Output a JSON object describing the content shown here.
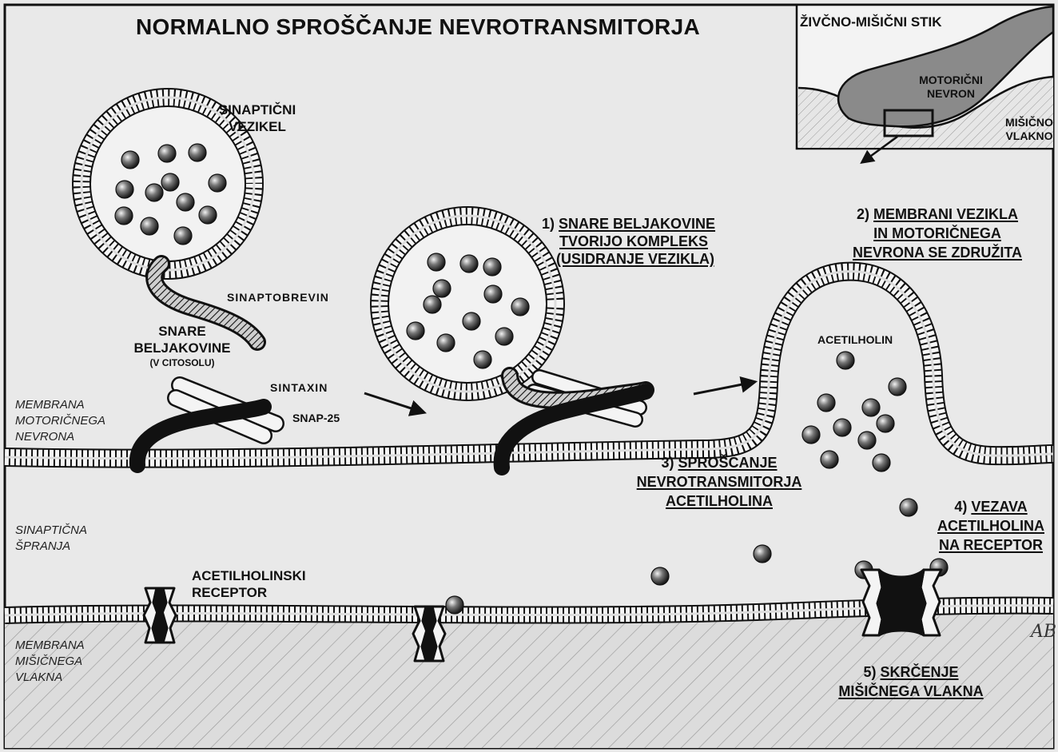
{
  "title": "NORMALNO SPROŠČANJE NEVROTRANSMITORJA",
  "inset": {
    "title": "ŽIVČNO-MIŠIČNI STIK",
    "neuron_line1": "MOTORIČNI",
    "neuron_line2": "NEVRON",
    "muscle_line1": "MIŠIČNO",
    "muscle_line2": "VLAKNO"
  },
  "labels": {
    "vesicle_line1": "SINAPTIČNI",
    "vesicle_line2": "VEZIKEL",
    "synaptobrevin": "SINAPTOBREVIN",
    "snare_line1": "SNARE",
    "snare_line2": "BELJAKOVINE",
    "snare_line3": "(V CITOSOLU)",
    "syntaxin": "SINTAXIN",
    "snap25": "SNAP-25",
    "acetylcholine": "ACETILHOLIN",
    "receptor_line1": "ACETILHOLINSKI",
    "receptor_line2": "RECEPTOR",
    "signature": "AB"
  },
  "regions": {
    "neuron_membrane": [
      "MEMBRANA",
      "MOTORIČNEGA",
      "NEVRONA"
    ],
    "cleft": [
      "SINAPTIČNA",
      "ŠPRANJA"
    ],
    "muscle_membrane": [
      "MEMBRANA",
      "MIŠIČNEGA",
      "VLAKNA"
    ]
  },
  "steps": [
    {
      "num": "1)",
      "lines": [
        "SNARE BELJAKOVINE",
        "TVORIJO KOMPLEKS",
        "(USIDRANJE VEZIKLA)"
      ]
    },
    {
      "num": "2)",
      "lines": [
        "MEMBRANI VEZIKLA",
        "IN MOTORIČNEGA",
        "NEVRONA SE ZDRUŽITA"
      ]
    },
    {
      "num": "3)",
      "lines": [
        "SPROŠČANJE",
        "NEVROTRANSMITORJA",
        "ACETILHOLINA"
      ]
    },
    {
      "num": "4)",
      "lines": [
        "VEZAVA",
        "ACETILHOLINA",
        "NA RECEPTOR"
      ]
    },
    {
      "num": "5)",
      "lines": [
        "SKRČENJE",
        "MIŠIČNEGA VLAKNA"
      ]
    }
  ],
  "colors": {
    "background": "#e9e9e9",
    "ink": "#111111",
    "membrane": "#f6f6f6",
    "muscle_fill": "#dcdcdc"
  }
}
